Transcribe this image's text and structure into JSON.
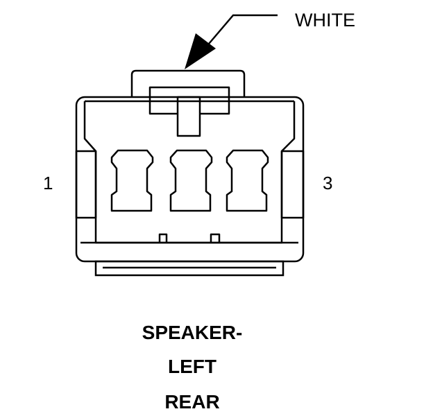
{
  "connector": {
    "wire_color_label": "WHITE",
    "pin_left_label": "1",
    "pin_right_label": "3",
    "name_lines": [
      "SPEAKER-",
      "LEFT",
      "REAR"
    ]
  },
  "colors": {
    "line": "#000000",
    "background": "#ffffff"
  }
}
